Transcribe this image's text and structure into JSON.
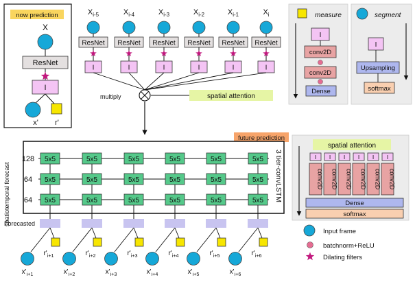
{
  "now_prediction": {
    "tag": "now prediction",
    "x_label": "X",
    "resnet_label": "ResNet",
    "i_label": "I",
    "x_prime": "x'",
    "r_prime": "r'"
  },
  "encoder": {
    "inputs": [
      {
        "base": "X",
        "sub": "i-5"
      },
      {
        "base": "X",
        "sub": "i-4"
      },
      {
        "base": "X",
        "sub": "i-3"
      },
      {
        "base": "X",
        "sub": "i-2"
      },
      {
        "base": "X",
        "sub": "i-1"
      },
      {
        "base": "X",
        "sub": "i"
      }
    ],
    "resnet_label": "ResNet",
    "i_label": "I",
    "multiply_label": "multiply",
    "spatial_attention": "spatial attention"
  },
  "measure": {
    "title": "measure",
    "i_label": "I",
    "conv1": "conv2D",
    "conv2": "conv2D",
    "dense": "Dense"
  },
  "segment": {
    "title": "segment",
    "i_label": "I",
    "upsampling": "Upsampling",
    "softmax": "softmax"
  },
  "future": {
    "tag": "future prediction",
    "side_label": "3 tier-convLSTM",
    "left_label": "spatiotemporal forecast",
    "row_sizes": [
      "128",
      "64",
      "64"
    ],
    "cell_label": "5x5",
    "forecasted_label": "Forecasted",
    "outputs": [
      {
        "x_base": "x'",
        "x_sub": "i+1",
        "r_base": "r'",
        "r_sub": "i+1"
      },
      {
        "x_base": "x'",
        "x_sub": "i+2",
        "r_base": "r'",
        "r_sub": "i+2"
      },
      {
        "x_base": "x'",
        "x_sub": "i+3",
        "r_base": "r'",
        "r_sub": "i+3"
      },
      {
        "x_base": "x'",
        "x_sub": "i+4",
        "r_base": "r'",
        "r_sub": "i+4"
      },
      {
        "x_base": "x'",
        "x_sub": "i+5",
        "r_base": "r'",
        "r_sub": "i+5"
      },
      {
        "x_base": "x'",
        "x_sub": "i+6",
        "r_base": "r'",
        "r_sub": "i+6"
      }
    ]
  },
  "detail": {
    "spatial_attention": "spatial attention",
    "i_label": "I",
    "conv_label": "conv2D",
    "dense": "Dense",
    "softmax": "softmax"
  },
  "legend": {
    "input_frame": "Input frame",
    "batchnorm": "batchnorm+ReLU",
    "dilating": "Dilating filters"
  },
  "colors": {
    "cyan": "#16a8d8",
    "yellow": "#f7e600",
    "pink_box": "#f4c4f4",
    "resnet": "#e4e0e0",
    "green": "#55c98a",
    "lavender": "#c8c4f0",
    "salmon": "#e8a3a3",
    "orange_tag": "#f7a46a",
    "gold_tag": "#f9d55e",
    "lime": "#e6f5a5",
    "dense_blue": "#aeb7ee",
    "softmax_peach": "#f9cfb0",
    "star": "#c2187e",
    "panel_grey": "#ececec"
  }
}
